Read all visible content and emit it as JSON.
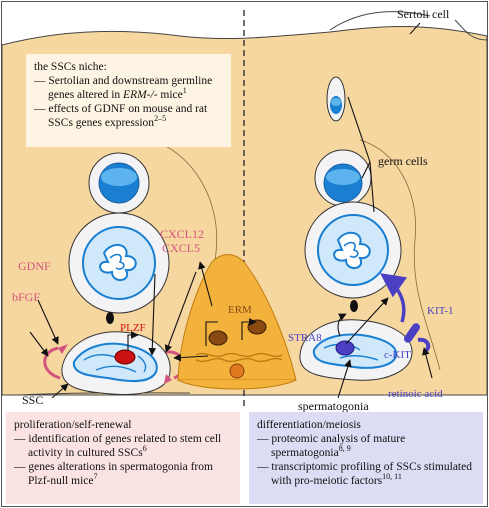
{
  "labels": {
    "sertoli_cell": "Sertoli cell",
    "germ_cells": "germ cells",
    "cxcl12": "CXCL12",
    "cxcl5": "CXCL5",
    "gdnf": "GDNF",
    "bfgf": "bFGF",
    "plzf": "PLZF",
    "erm": "ERM",
    "ssc": "SSC",
    "stra8": "STRA8",
    "kit1": "KIT-1",
    "ckit": "c-KIT",
    "spermatogonia": "spermatogonia",
    "retinoic_acid": "retinoic acid"
  },
  "niche_box": {
    "title": "the SSCs niche:",
    "item1_prefix": "— Sertolian and downstream germline genes altered in ",
    "item1_italic": "ERM-/-",
    "item1_suffix": " mice",
    "item1_ref": "1",
    "item2": "— effects of GDNF on mouse and rat SSCs genes expression",
    "item2_ref": "2–5"
  },
  "prolif_box": {
    "title": "proliferation/self-renewal",
    "item1": "— identification of genes related to stem cell activity in cultured SSCs",
    "item1_ref": "6",
    "item2": "— genes alterations in spermatogonia from Plzf-null mice",
    "item2_ref": "7"
  },
  "diff_box": {
    "title": "differentiation/meiosis",
    "item1": "— proteomic analysis of mature spermatogonia",
    "item1_ref": "8, 9",
    "item2": "— transcriptomic profiling of SSCs stimulated with pro-meiotic factors",
    "item2_ref": "10, 11"
  },
  "colors": {
    "sertoli_fill": "#f7d7a0",
    "outline": "#333333",
    "pink": "#d2547e",
    "nucleus_blue": "#1a7fd1",
    "violet": "#4b3fc4",
    "erm_orange": "#f3b23c",
    "plzf_red": "#cc1111",
    "prolif_bg": "#fbe3e3",
    "diff_bg": "#dcdcf5"
  }
}
